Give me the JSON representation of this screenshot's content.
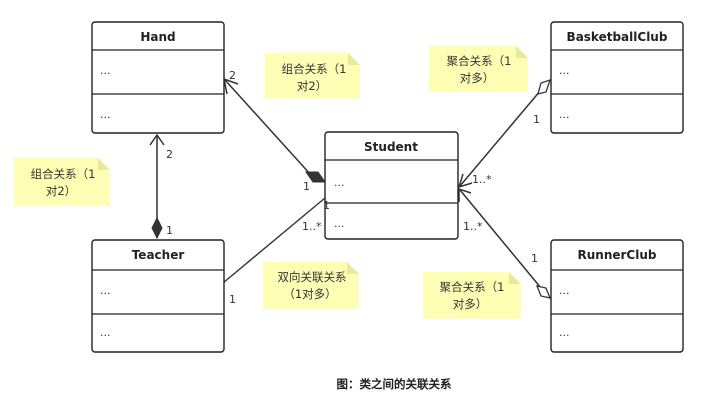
{
  "classes": {
    "hand": {
      "name": "Hand",
      "attributes": "...",
      "operations": "..."
    },
    "teacher": {
      "name": "Teacher",
      "attributes": "...",
      "operations": "..."
    },
    "student": {
      "name": "Student",
      "attributes": "...",
      "operations": "..."
    },
    "basketball": {
      "name": "BasketballClub",
      "attributes": "...",
      "operations": "..."
    },
    "runner": {
      "name": "RunnerClub",
      "attributes": "...",
      "operations": "..."
    }
  },
  "multiplicities": {
    "hand_teacher_hand": "2",
    "hand_teacher_teacher": "1",
    "hand_student_hand": "2",
    "hand_student_student": "1",
    "teacher_student_teacher": "1",
    "teacher_student_student": "1..*",
    "basketball_student_club": "1",
    "basketball_student_student": "1..*",
    "runner_student_club": "1",
    "runner_student_student": "1..*"
  },
  "notes": {
    "hand_student": [
      "组合关系（1",
      "对2）"
    ],
    "hand_teacher": [
      "组合关系（1",
      "对2）"
    ],
    "teacher_student": [
      "双向关联关系",
      "（1对多）"
    ],
    "basketball": [
      "聚合关系（1",
      "对多）"
    ],
    "runner": [
      "聚合关系（1",
      "对多）"
    ]
  },
  "caption": "图：类之间的关联关系",
  "colors": {
    "note_fill": "#fefeb5",
    "note_fold": "#e9e99c",
    "line": "#333333",
    "border": "#222222"
  }
}
